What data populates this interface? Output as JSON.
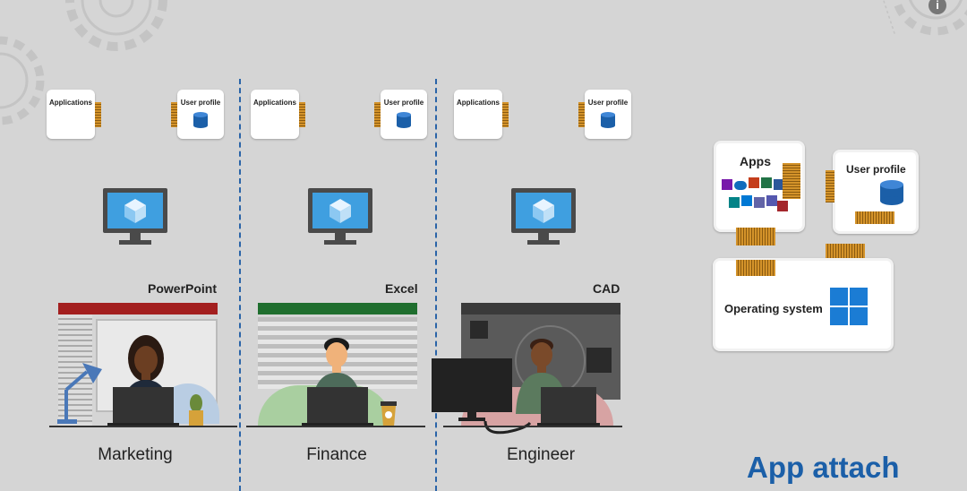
{
  "columns": [
    {
      "department": "Marketing",
      "app": "PowerPoint",
      "app_chip": "Applications",
      "profile_chip": "User profile",
      "bar_color": "#a31f1f"
    },
    {
      "department": "Finance",
      "app": "Excel",
      "app_chip": "Applications",
      "profile_chip": "User profile",
      "bar_color": "#1f6e2e"
    },
    {
      "department": "Engineer",
      "app": "CAD",
      "app_chip": "Applications",
      "profile_chip": "User profile",
      "bar_color": "#3a3a3a"
    }
  ],
  "diagram": {
    "apps_label": "Apps",
    "profile_label": "User profile",
    "os_label": "Operating system",
    "title": "App attach"
  },
  "colors": {
    "accent_blue": "#1b5fa8",
    "divider": "#2a64a8",
    "pins": "#d4932a"
  },
  "icons": [
    "gear-icon",
    "info-icon",
    "database-icon",
    "monitor-icon",
    "cube-icon",
    "windows-logo-icon",
    "office-apps-icon",
    "desk-lamp-icon",
    "laptop-icon",
    "plant-icon",
    "coffee-cup-icon",
    "desktop-computer-icon"
  ]
}
